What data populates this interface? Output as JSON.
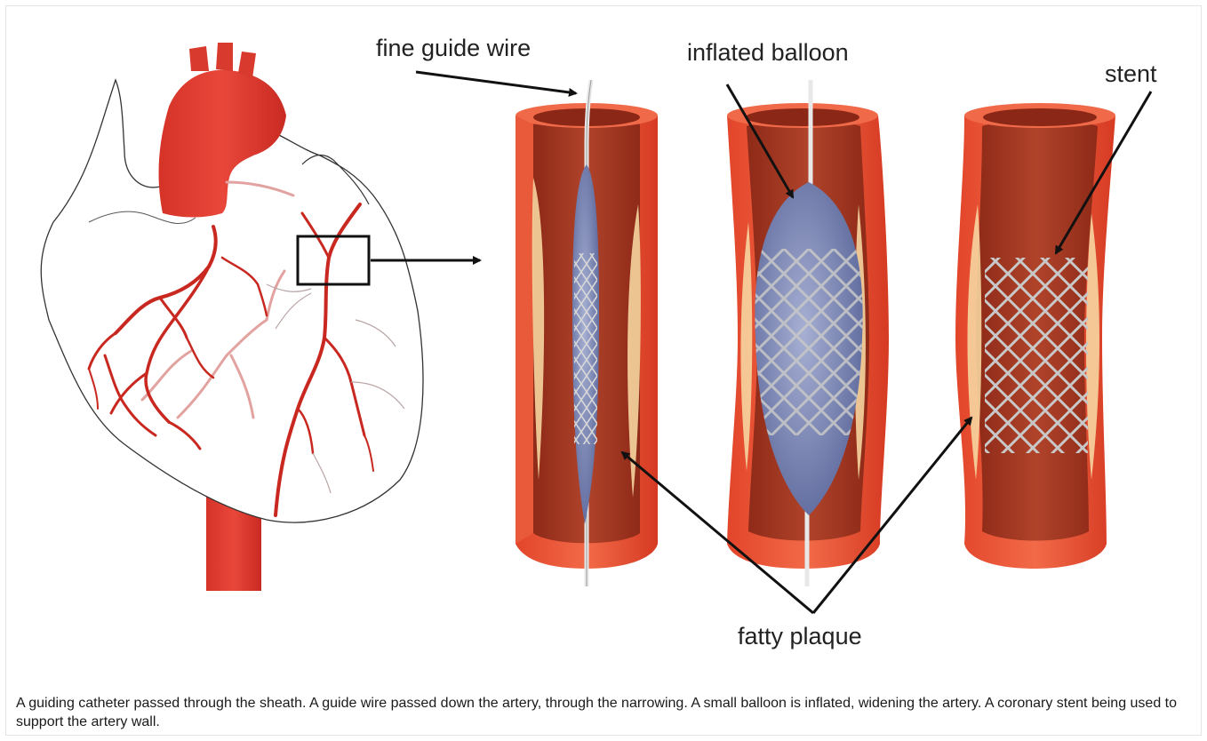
{
  "labels": {
    "guide_wire": "fine guide wire",
    "balloon": "inflated balloon",
    "stent": "stent",
    "plaque": "fatty plaque"
  },
  "caption": "A guiding catheter passed through the sheath. A guide wire passed down the artery, through the narrowing. A small balloon is inflated, widening the artery. A coronary stent being used to support the artery wall.",
  "colors": {
    "artery": "#d83a1f",
    "artery_light": "#ef6a45",
    "lumen": "#a8341c",
    "plaque": "#f6d5a0",
    "balloon": "#6d79a8",
    "stent": "#b9b9b9",
    "vessel": "#c42a24"
  }
}
